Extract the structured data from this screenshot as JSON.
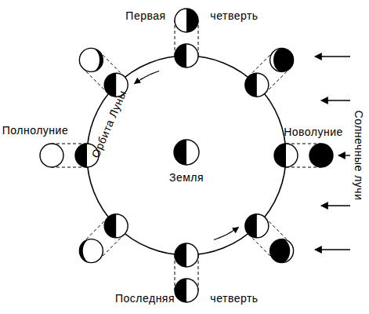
{
  "diagram": {
    "nodes": [
      {
        "text": [
          "Земля"
        ]
      }
    ],
    "labels": [
      "Первая",
      "четверть",
      "Полнолуние",
      "Орбита Луны",
      "Новолуние",
      "Последняя",
      "четверть",
      "Солнечные лучи"
    ]
  }
}
